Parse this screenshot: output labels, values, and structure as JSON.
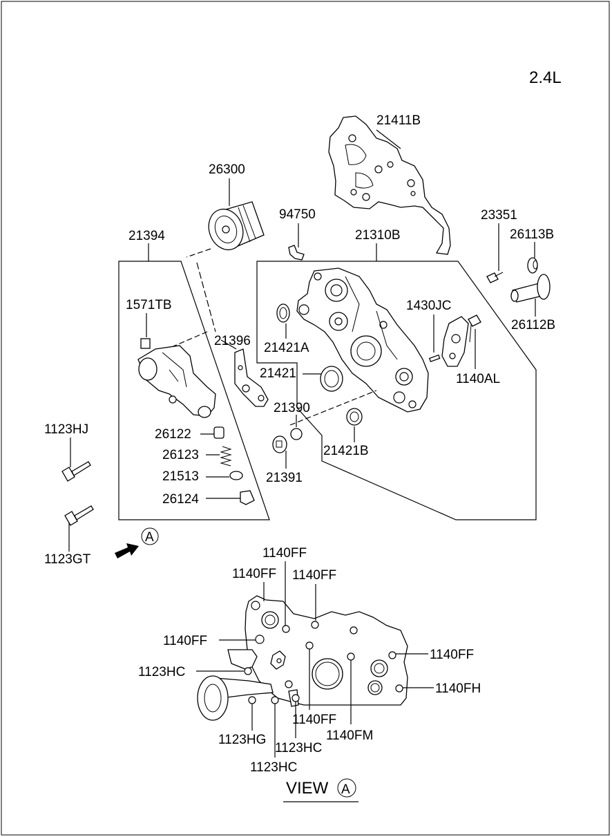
{
  "engine": "2.4L",
  "parts": {
    "p21411B": "21411B",
    "p26300": "26300",
    "p94750": "94750",
    "p21310B": "21310B",
    "p23351": "23351",
    "p26113B": "26113B",
    "p21394": "21394",
    "p1571TB": "1571TB",
    "p1430JC": "1430JC",
    "p26112B": "26112B",
    "p21396": "21396",
    "p21421A": "21421A",
    "p21421": "21421",
    "p1140AL": "1140AL",
    "p21390": "21390",
    "p1123HJ": "1123HJ",
    "p26122": "26122",
    "p26123": "26123",
    "p21421B": "21421B",
    "p21513": "21513",
    "p21391": "21391",
    "p26124": "26124",
    "p1123GT": "1123GT"
  },
  "view_marker": "A",
  "view": {
    "title": "VIEW",
    "marker": "A",
    "labels": {
      "ff_top": "1140FF",
      "ff_left_upper": "1140FF",
      "ff_right_upper": "1140FF",
      "ff_left": "1140FF",
      "ff_right": "1140FF",
      "hc_left": "1123HC",
      "fh": "1140FH",
      "ff_bottom": "1140FF",
      "hg": "1123HG",
      "fm": "1140FM",
      "hc_mid": "1123HC",
      "hc_bottom": "1123HC"
    }
  }
}
